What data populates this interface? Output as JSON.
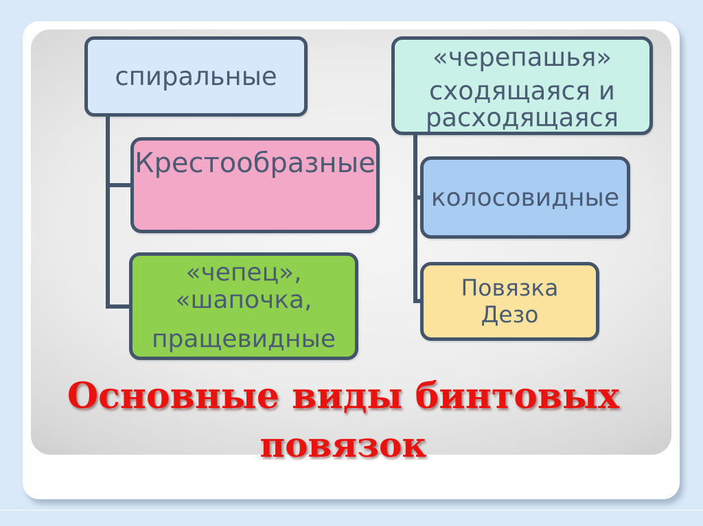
{
  "page": {
    "background_color": "#d9e9f8",
    "panel_text_color": "#4a5b73",
    "connector_color": "#44546a"
  },
  "title": {
    "line1": "Основные виды бинтовых",
    "line2": "повязок",
    "color": "#e8120f"
  },
  "diagram": {
    "nodes": [
      {
        "id": "spiralnye",
        "label": "спиральные",
        "fill": "#d6e8fa",
        "border": "#44546a"
      },
      {
        "id": "krestoobraznye",
        "label": "Крестообразные",
        "fill": "#f2a8c6",
        "border": "#44546a"
      },
      {
        "id": "chepets-shapochka-prashchevidnye",
        "lines": [
          "«чепец»,",
          "«шапочка,",
          "пращевидные"
        ],
        "fill": "#90d04f",
        "border": "#44546a"
      },
      {
        "id": "cherepashya",
        "lines": [
          "«черепашья»",
          "сходящаяся и",
          "расходящаяся"
        ],
        "fill": "#c9f1e8",
        "border": "#44546a"
      },
      {
        "id": "kolosovidnye",
        "label": "колосовидные",
        "fill": "#a9ccf3",
        "border": "#44546a"
      },
      {
        "id": "povyazka-dezo",
        "lines": [
          "Повязка",
          "Дезо"
        ],
        "fill": "#fbe29d",
        "border": "#44546a"
      }
    ],
    "structure": [
      {
        "parent": "спиральные",
        "children": [
          "Крестообразные",
          "«чепец», «шапочка, пращевидные"
        ]
      },
      {
        "parent": "«черепашья» сходящаяся и расходящаяся",
        "children": [
          "колосовидные",
          "Повязка Дезо"
        ]
      }
    ]
  }
}
